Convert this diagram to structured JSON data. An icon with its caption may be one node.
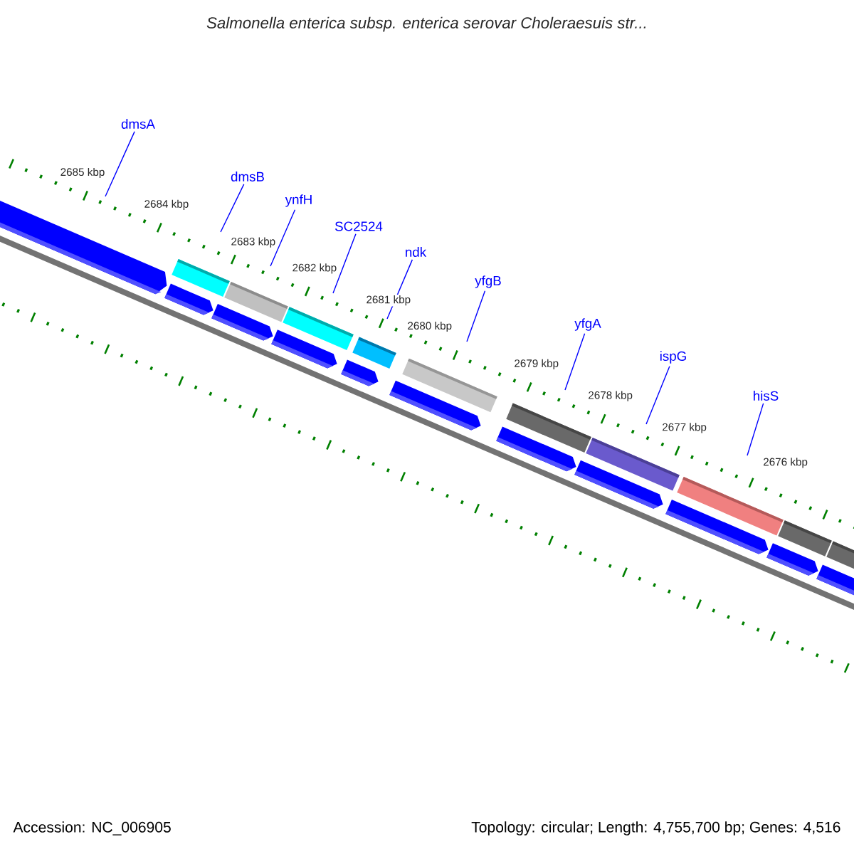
{
  "diagram": {
    "title": "Salmonella enterica subsp. enterica serovar Choleraesuis str...",
    "nodes": [
      {
        "text": [
          "dmsA"
        ]
      },
      {
        "text": [
          "dmsB"
        ]
      },
      {
        "text": [
          "ynfH"
        ]
      },
      {
        "text": [
          "SC2524"
        ]
      },
      {
        "text": [
          "ndk"
        ]
      },
      {
        "text": [
          "yfgB"
        ]
      },
      {
        "text": [
          "yfgA"
        ]
      },
      {
        "text": [
          "ispG"
        ]
      },
      {
        "text": [
          "hisS"
        ]
      }
    ],
    "edges": [
      {
        "from": 0,
        "to": null,
        "arrow": "none"
      },
      {
        "from": 1,
        "to": null,
        "arrow": "none"
      },
      {
        "from": 2,
        "to": null,
        "arrow": "none"
      },
      {
        "from": 3,
        "to": null,
        "arrow": "none"
      },
      {
        "from": 4,
        "to": null,
        "arrow": "none"
      },
      {
        "from": 5,
        "to": null,
        "arrow": "none"
      },
      {
        "from": 6,
        "to": null,
        "arrow": "none"
      },
      {
        "from": 7,
        "to": null,
        "arrow": "none"
      },
      {
        "from": 8,
        "to": null,
        "arrow": "none"
      }
    ],
    "labels": [
      "2685 kbp",
      "2684 kbp",
      "2683 kbp",
      "2682 kbp",
      "2681 kbp",
      "2680 kbp",
      "2679 kbp",
      "2678 kbp",
      "2677 kbp",
      "2676 kbp",
      "Accession: NC_006905",
      "Topology: circular; Length: 4,755,700 bp; Genes: 4,516"
    ]
  }
}
